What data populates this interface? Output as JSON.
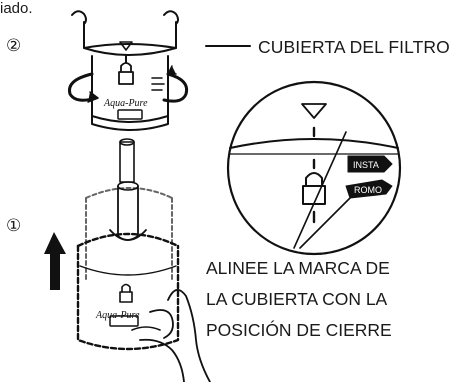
{
  "partial_text": "iado.",
  "steps": {
    "step_two": "②",
    "step_one": "①"
  },
  "callout_label": "CUBIERTA DEL FILTRO",
  "brand_text": "Aqua-Pure",
  "detail_marks": {
    "insta_label": "INSTA",
    "romo_label": "ROMO"
  },
  "instruction_lines": [
    "ALINEE LA MARCA DE",
    "LA CUBIERTA CON LA",
    "POSICIÓN DE CIERRE"
  ],
  "icons": [
    "lock-icon",
    "triangle-marker-icon",
    "rotate-arrow-icon",
    "up-arrow-icon",
    "hand-icon"
  ]
}
